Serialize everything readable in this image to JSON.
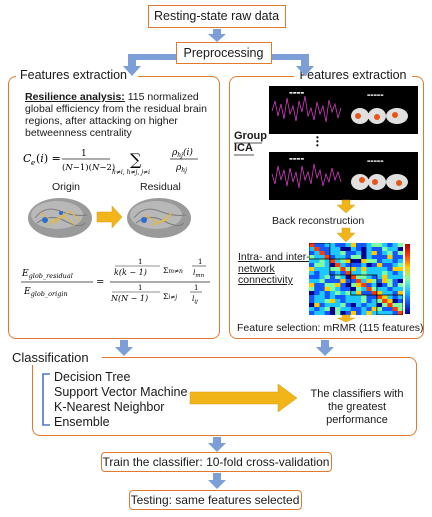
{
  "top": "Resting-state raw data",
  "preprocessing": "Preprocessing",
  "left_panel": {
    "title": "Features extraction",
    "resilience_label": "Resilience analysis:",
    "resilience_text": " 115 normalized global efficiency from the residual brain regions, after attacking on higher betweenness centrality",
    "formula1": "Cₑ(i) = 1/((N−1)(N−2)) Σ ρₕⱼ(i)/ρₕⱼ",
    "formula1_sub": "h≠i, h≠j, j≠i",
    "origin_label": "Origin",
    "residual_label": "Residual",
    "formula2_lhs_num": "E_glob_residual",
    "formula2_lhs_den": "E_glob_origin",
    "formula2_rhs_num": "1/(k(k−1)) Σ_{m≠n} 1/l_mn",
    "formula2_rhs_den": "1/(N(N−1)) Σ_{i≠j} 1/l_ij"
  },
  "right_panel": {
    "title": "Features extraction",
    "group_ica": "Group ICA",
    "dots": "•\n•\n•",
    "back_reconstruction": "Back reconstruction",
    "connectivity_label": "Intra- and inter-network connectivity",
    "feature_selection": "Feature selection: mRMR (115 features)"
  },
  "classification": {
    "title": "Classification",
    "items": [
      "Decision Tree",
      "Support Vector Machine",
      "K-Nearest Neighbor",
      "Ensemble"
    ],
    "result": "The classifiers with the greatest performance"
  },
  "train": "Train the classifier: 10-fold cross-validation",
  "testing": "Testing: same features selected",
  "colors": {
    "border": "#e07a2e",
    "arrow_blue": "#7b9fd6",
    "arrow_gold": "#f2b519",
    "plot_line": "#d23cc0"
  }
}
